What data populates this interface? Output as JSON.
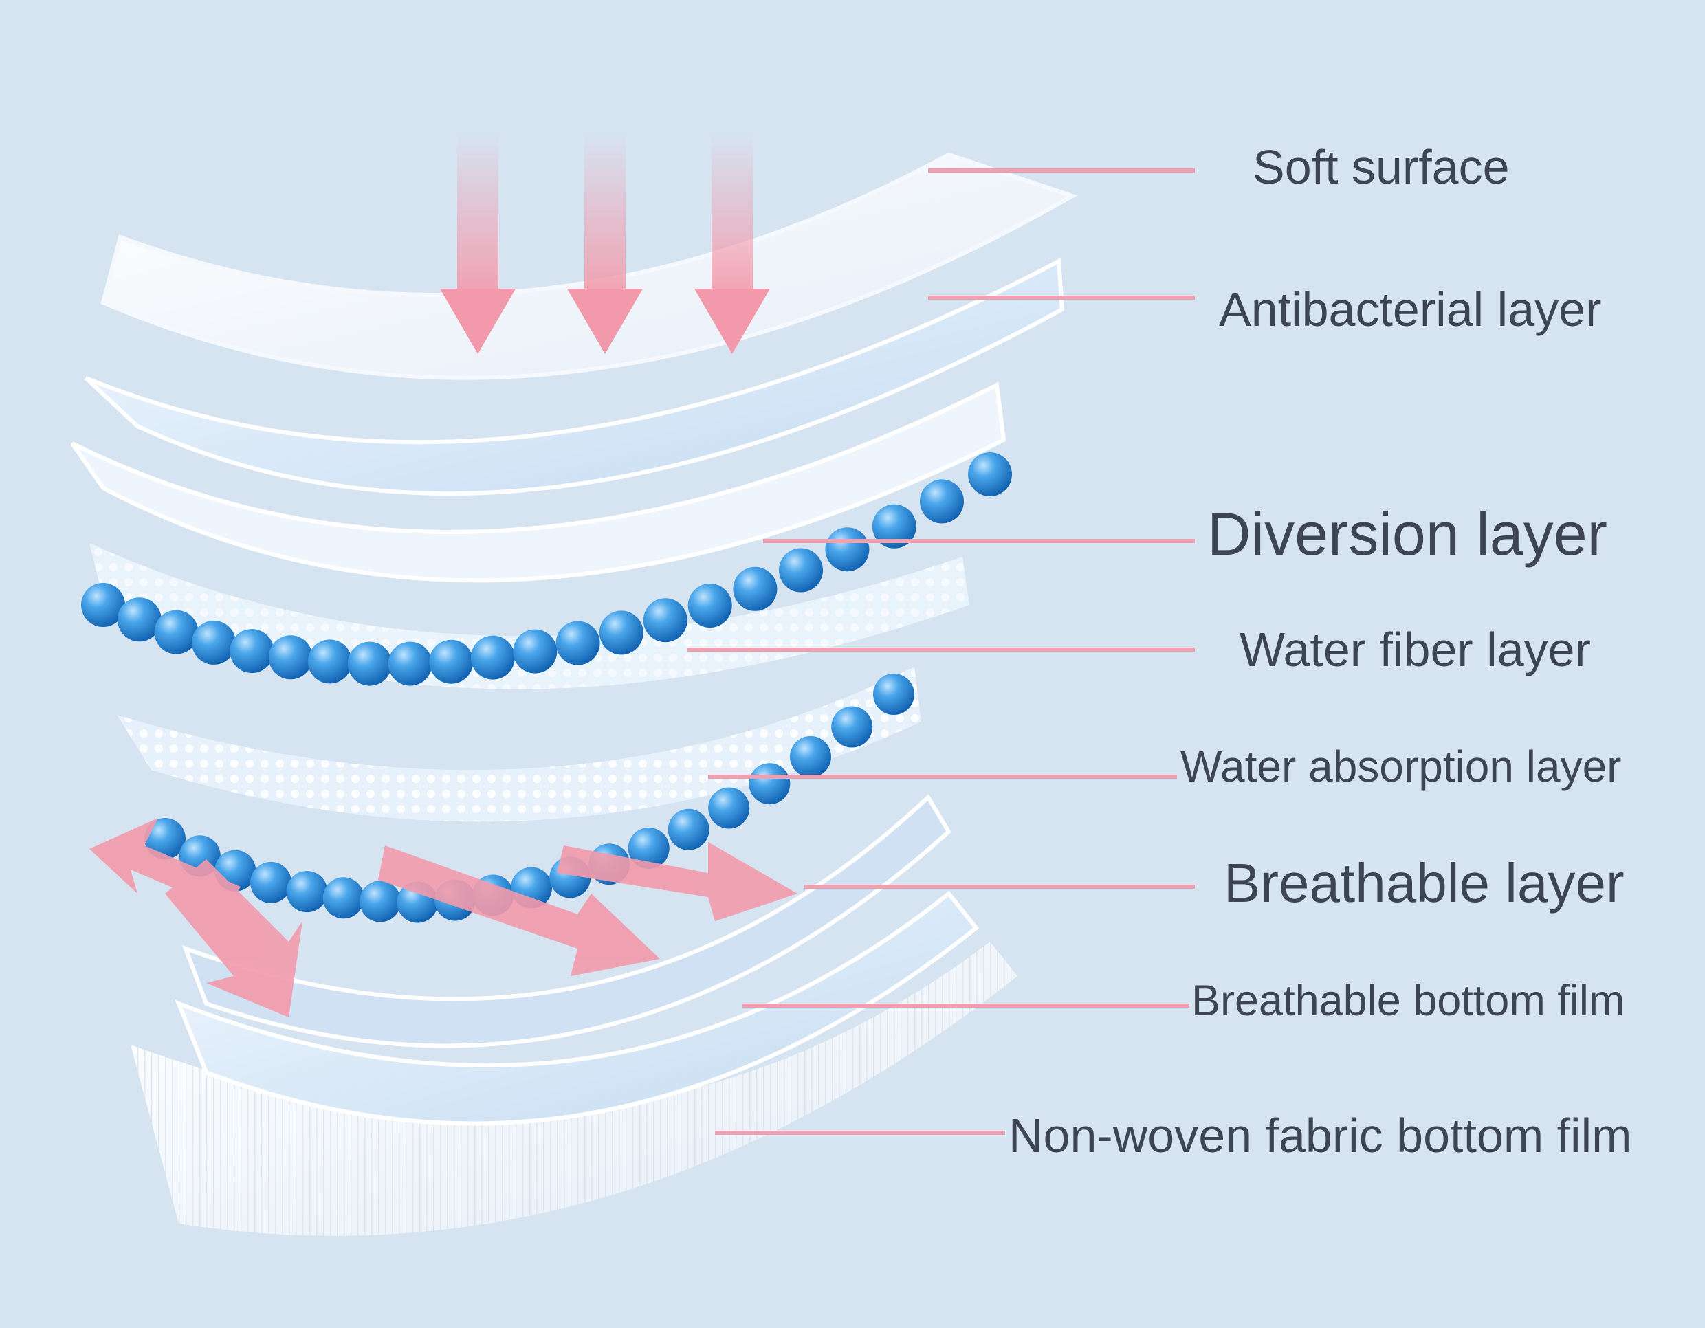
{
  "colors": {
    "background": "#d6e3f1",
    "leader_line": "#ef9fb0",
    "arrow": "#f29aab",
    "bead": "#2d8fdc",
    "label_text": "#3d4552"
  },
  "layers": [
    {
      "name": "Soft surface"
    },
    {
      "name": "Antibacterial layer"
    },
    {
      "name": "Diversion layer"
    },
    {
      "name": "Water fiber layer"
    },
    {
      "name": "Water absorption layer"
    },
    {
      "name": "Breathable layer"
    },
    {
      "name": "Breathable bottom film"
    },
    {
      "name": "Non-woven fabric bottom film"
    }
  ],
  "arrows": {
    "inflow_icon": "arrow-down-icon",
    "airflow_icon": "arrow-diagonal-icon"
  }
}
